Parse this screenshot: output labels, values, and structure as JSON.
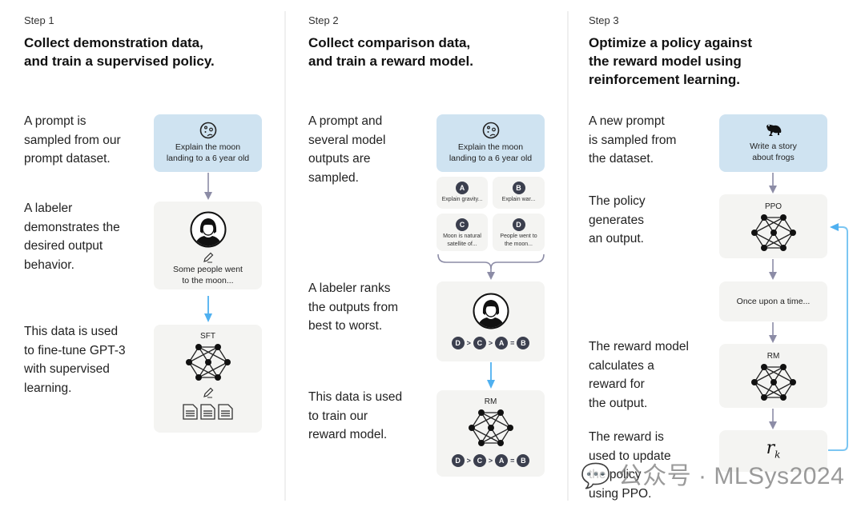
{
  "steps": [
    {
      "label": "Step 1",
      "title_line1": "Collect demonstration data,",
      "title_line2": "and train a supervised policy.",
      "descriptions": [
        [
          "A prompt is",
          "sampled from our",
          "prompt dataset."
        ],
        [
          "A labeler",
          "demonstrates the",
          "desired output",
          "behavior."
        ],
        [
          "This data is used",
          "to fine-tune GPT-3",
          "with supervised",
          "learning."
        ]
      ],
      "prompt_box": {
        "icon": "moon-icon",
        "line1": "Explain the moon",
        "line2": "landing to a 6 year old"
      },
      "demo_box": {
        "icon": "labeler-avatar-icon",
        "line1": "Some people went",
        "line2": "to the moon..."
      },
      "model_box": {
        "label": "SFT",
        "icon": "neural-network-icon"
      }
    },
    {
      "label": "Step 2",
      "title_line1": "Collect comparison data,",
      "title_line2": "and train a reward model.",
      "descriptions": [
        [
          "A prompt and",
          "several model",
          "outputs are",
          "sampled."
        ],
        [
          "A labeler ranks",
          "the outputs from",
          "best to worst."
        ],
        [
          "This data is used",
          "to train our",
          "reward model."
        ]
      ],
      "prompt_box": {
        "icon": "moon-icon",
        "line1": "Explain the moon",
        "line2": "landing to a 6 year old"
      },
      "outputs": [
        {
          "badge": "A",
          "line1": "Explain gravity...",
          "line2": ""
        },
        {
          "badge": "B",
          "line1": "Explain war...",
          "line2": ""
        },
        {
          "badge": "C",
          "line1": "Moon is natural",
          "line2": "satellite of..."
        },
        {
          "badge": "D",
          "line1": "People went to",
          "line2": "the moon..."
        }
      ],
      "ranking": {
        "items": [
          "D",
          "C",
          "A",
          "B"
        ],
        "ops": [
          ">",
          ">",
          "="
        ]
      },
      "model_box": {
        "label": "RM",
        "icon": "neural-network-icon"
      }
    },
    {
      "label": "Step 3",
      "title_line1": "Optimize a policy against",
      "title_line2": "the reward model using",
      "title_line3": "reinforcement learning.",
      "descriptions": [
        [
          "A new prompt",
          "is sampled from",
          "the dataset."
        ],
        [
          "The policy",
          "generates",
          "an output."
        ],
        [
          "The reward model",
          "calculates a",
          "reward for",
          "the output."
        ],
        [
          "The reward is",
          "used to update",
          "the policy",
          "using PPO."
        ]
      ],
      "prompt_box": {
        "icon": "frog-icon",
        "line1": "Write a story",
        "line2": "about frogs"
      },
      "policy_box": {
        "label": "PPO",
        "icon": "neural-network-icon"
      },
      "output_box": {
        "text": "Once upon a time..."
      },
      "rm_box": {
        "label": "RM",
        "icon": "neural-network-icon"
      },
      "reward_box": {
        "symbol": "r",
        "subscript": "k"
      }
    }
  ],
  "watermark": "💬 公众号 · MLSys2024",
  "colors": {
    "prompt_bg": "#cfe3f1",
    "box_bg": "#f4f4f2",
    "gray_arrow": "#8c8ca6",
    "blue_arrow": "#4fb0f0",
    "badge": "#3b3f4e"
  }
}
